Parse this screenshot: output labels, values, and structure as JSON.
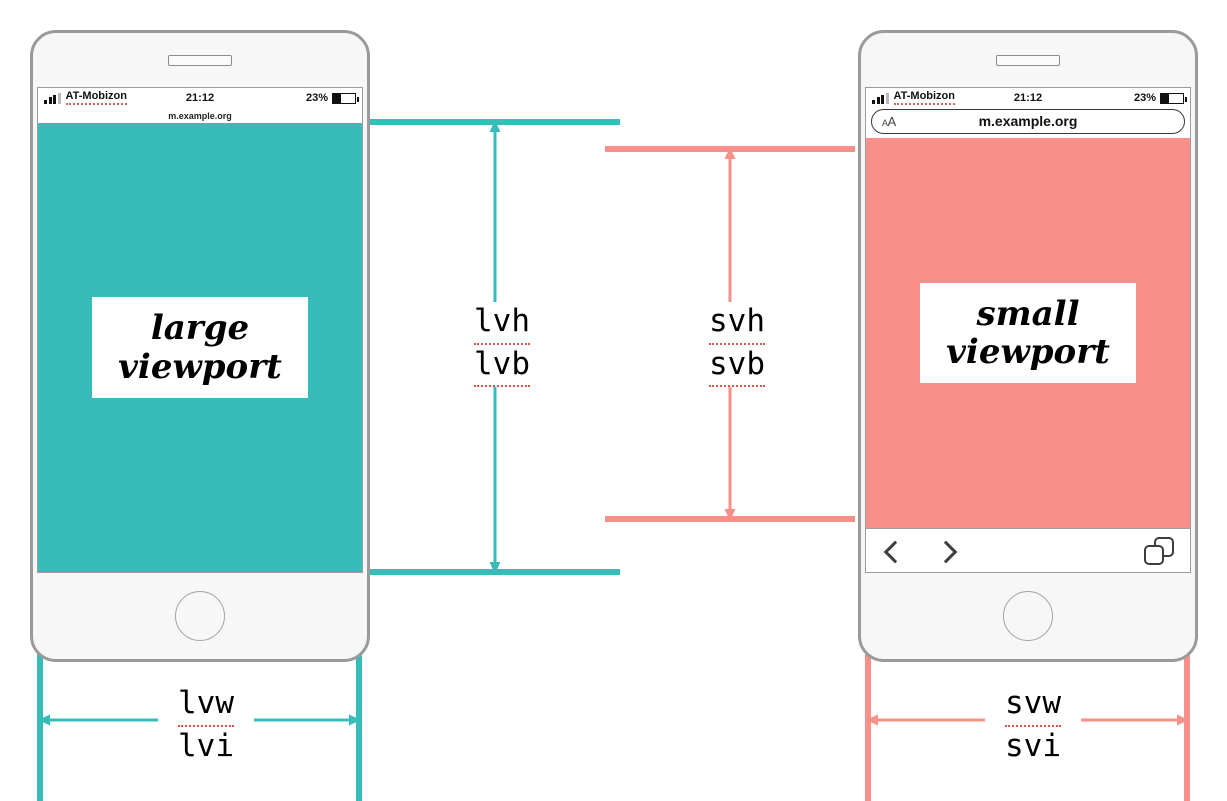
{
  "page": {
    "title": "CSS viewport units: large vs small viewport",
    "background": "#ffffff"
  },
  "colors": {
    "teal": "#37bcba",
    "salmon": "#f79089",
    "frame": "#9a9a9a",
    "text": "#000000",
    "spellcheck_underline": "#e0524b"
  },
  "left_phone": {
    "name": "large-viewport-phone",
    "statusbar": {
      "carrier": "AT-Mobizon",
      "clock": "21:12",
      "battery_percent": "23%",
      "battery_fill": "23",
      "signal_icon": "signal-bars-icon",
      "battery_icon": "battery-icon"
    },
    "url_minimized": "m.example.org",
    "viewport_label": "large\nviewport",
    "viewport_color": "#37bcba",
    "home_button": "home-button"
  },
  "right_phone": {
    "name": "small-viewport-phone",
    "statusbar": {
      "carrier": "AT-Mobizon",
      "clock": "21:12",
      "battery_percent": "23%",
      "battery_fill": "23",
      "signal_icon": "signal-bars-icon",
      "battery_icon": "battery-icon"
    },
    "urlbar": {
      "text_size_control": "AA",
      "text_size_small": "A",
      "text_size_large": "A",
      "url": "m.example.org"
    },
    "toolbar": {
      "back_icon": "chevron-left-icon",
      "forward_icon": "chevron-right-icon",
      "tabs_icon": "tabs-icon"
    },
    "viewport_label": "small\nviewport",
    "viewport_color": "#f79089",
    "home_button": "home-button"
  },
  "measurements": {
    "large_height": {
      "units": [
        "lvh",
        "lvb"
      ],
      "spellchecked": [
        "lvh",
        "lvb"
      ],
      "color": "#37bcba",
      "orientation": "vertical"
    },
    "small_height": {
      "units": [
        "svh",
        "svb"
      ],
      "spellchecked": [
        "svh",
        "svb"
      ],
      "color": "#f79089",
      "orientation": "vertical"
    },
    "large_width": {
      "units": [
        "lvw",
        "lvi"
      ],
      "spellchecked": [
        "lvw"
      ],
      "color": "#37bcba",
      "orientation": "horizontal"
    },
    "small_width": {
      "units": [
        "svw",
        "svi"
      ],
      "spellchecked": [
        "svw"
      ],
      "color": "#f79089",
      "orientation": "horizontal"
    }
  }
}
